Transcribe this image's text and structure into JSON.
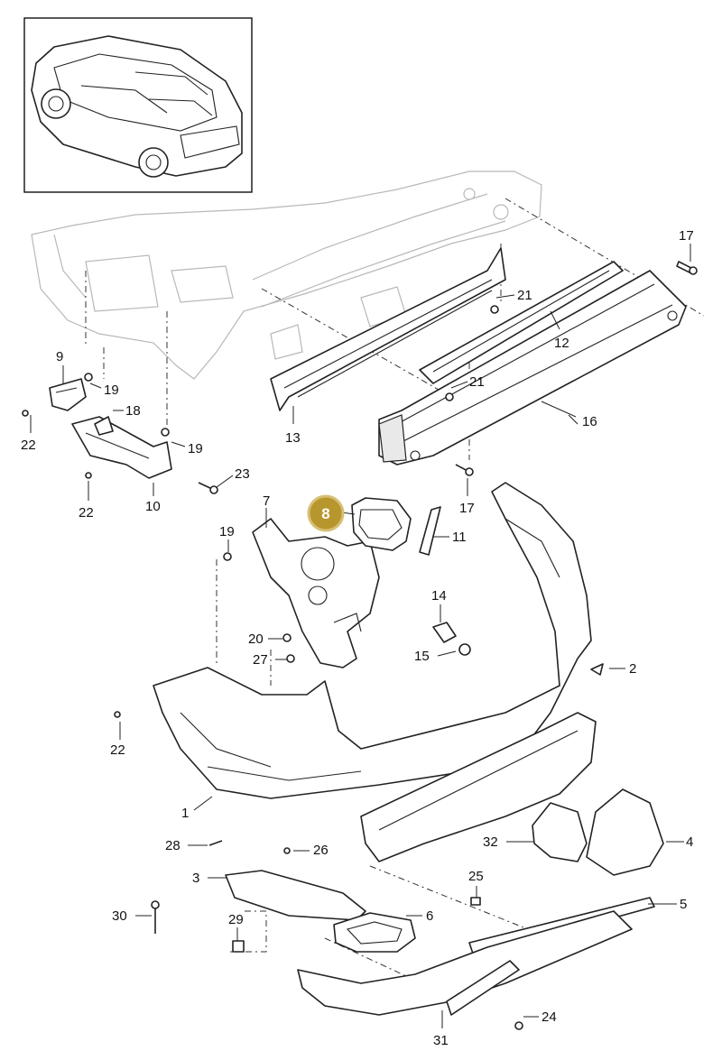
{
  "highlighted_part": "8",
  "callouts": [
    {
      "id": "c1",
      "label": "1"
    },
    {
      "id": "c2",
      "label": "2"
    },
    {
      "id": "c3",
      "label": "3"
    },
    {
      "id": "c4",
      "label": "4"
    },
    {
      "id": "c5",
      "label": "5"
    },
    {
      "id": "c6",
      "label": "6"
    },
    {
      "id": "c7",
      "label": "7"
    },
    {
      "id": "c9",
      "label": "9"
    },
    {
      "id": "c10",
      "label": "10"
    },
    {
      "id": "c11",
      "label": "11"
    },
    {
      "id": "c12",
      "label": "12"
    },
    {
      "id": "c13",
      "label": "13"
    },
    {
      "id": "c14",
      "label": "14"
    },
    {
      "id": "c15",
      "label": "15"
    },
    {
      "id": "c16",
      "label": "16"
    },
    {
      "id": "c17a",
      "label": "17"
    },
    {
      "id": "c17b",
      "label": "17"
    },
    {
      "id": "c18",
      "label": "18"
    },
    {
      "id": "c19a",
      "label": "19"
    },
    {
      "id": "c19b",
      "label": "19"
    },
    {
      "id": "c19c",
      "label": "19"
    },
    {
      "id": "c20",
      "label": "20"
    },
    {
      "id": "c21a",
      "label": "21"
    },
    {
      "id": "c21b",
      "label": "21"
    },
    {
      "id": "c22a",
      "label": "22"
    },
    {
      "id": "c22b",
      "label": "22"
    },
    {
      "id": "c22c",
      "label": "22"
    },
    {
      "id": "c23",
      "label": "23"
    },
    {
      "id": "c24",
      "label": "24"
    },
    {
      "id": "c25",
      "label": "25"
    },
    {
      "id": "c26",
      "label": "26"
    },
    {
      "id": "c27",
      "label": "27"
    },
    {
      "id": "c28",
      "label": "28"
    },
    {
      "id": "c29",
      "label": "29"
    },
    {
      "id": "c30",
      "label": "30"
    },
    {
      "id": "c31",
      "label": "31"
    },
    {
      "id": "c32",
      "label": "32"
    }
  ]
}
